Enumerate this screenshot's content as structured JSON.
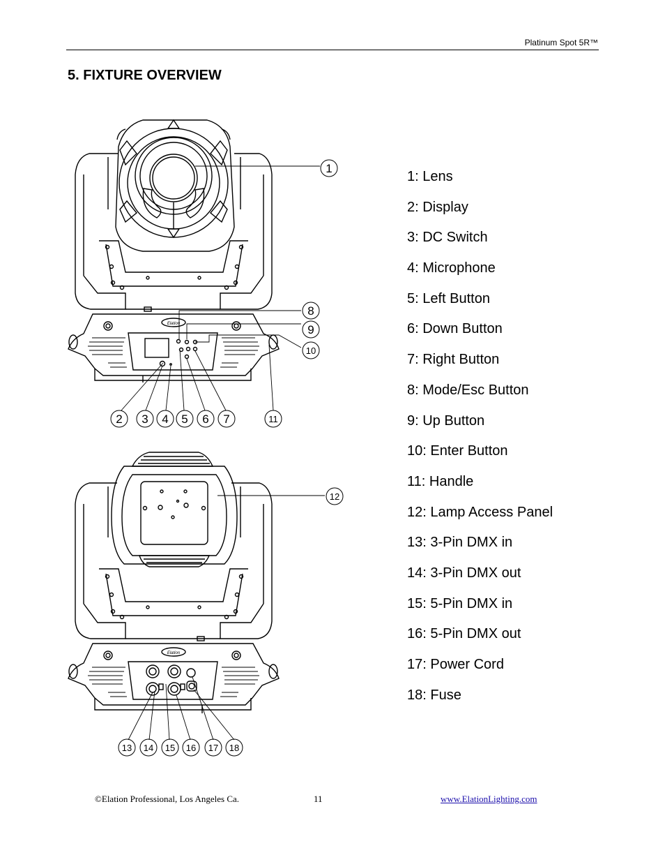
{
  "header": {
    "product": "Platinum Spot 5R™"
  },
  "section": {
    "title": "5. FIXTURE OVERVIEW"
  },
  "callouts": [
    "1",
    "2",
    "3",
    "4",
    "5",
    "6",
    "7",
    "8",
    "9",
    "10",
    "11",
    "12",
    "13",
    "14",
    "15",
    "16",
    "17",
    "18"
  ],
  "legend": [
    "1: Lens",
    "2: Display",
    "3: DC Switch",
    "4: Microphone",
    "5: Left Button",
    "6: Down Button",
    "7: Right Button",
    "8: Mode/Esc Button",
    "9: Up Button",
    "10: Enter Button",
    "11: Handle",
    "12: Lamp Access Panel",
    "13: 3-Pin DMX in",
    "14: 3-Pin DMX out",
    "15: 5-Pin DMX in",
    "16: 5-Pin DMX out",
    "17: Power Cord",
    "18: Fuse"
  ],
  "footer": {
    "copyright": "©Elation Professional, Los Angeles Ca.",
    "page_number": "11",
    "website": "www.ElationLighting.com"
  }
}
